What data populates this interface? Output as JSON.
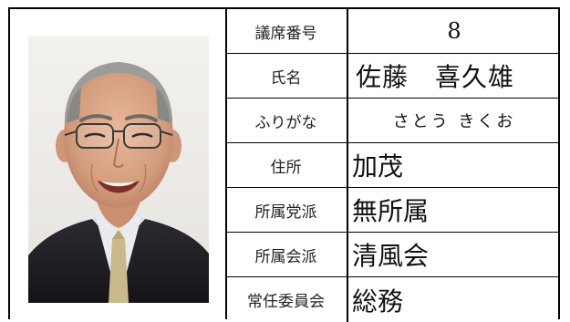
{
  "profile": {
    "seat_number_label": "議席番号",
    "seat_number": "8",
    "name_label": "氏名",
    "name": "佐藤　喜久雄",
    "kana_label": "ふりがな",
    "kana": "さとう きくお",
    "address_label": "住所",
    "address": "加茂",
    "party_label": "所属党派",
    "party": "無所属",
    "faction_label": "所属会派",
    "faction": "清風会",
    "committee_label": "常任委員会",
    "committee": "総務"
  },
  "colors": {
    "border": "#000000",
    "background": "#ffffff",
    "text": "#111111"
  }
}
